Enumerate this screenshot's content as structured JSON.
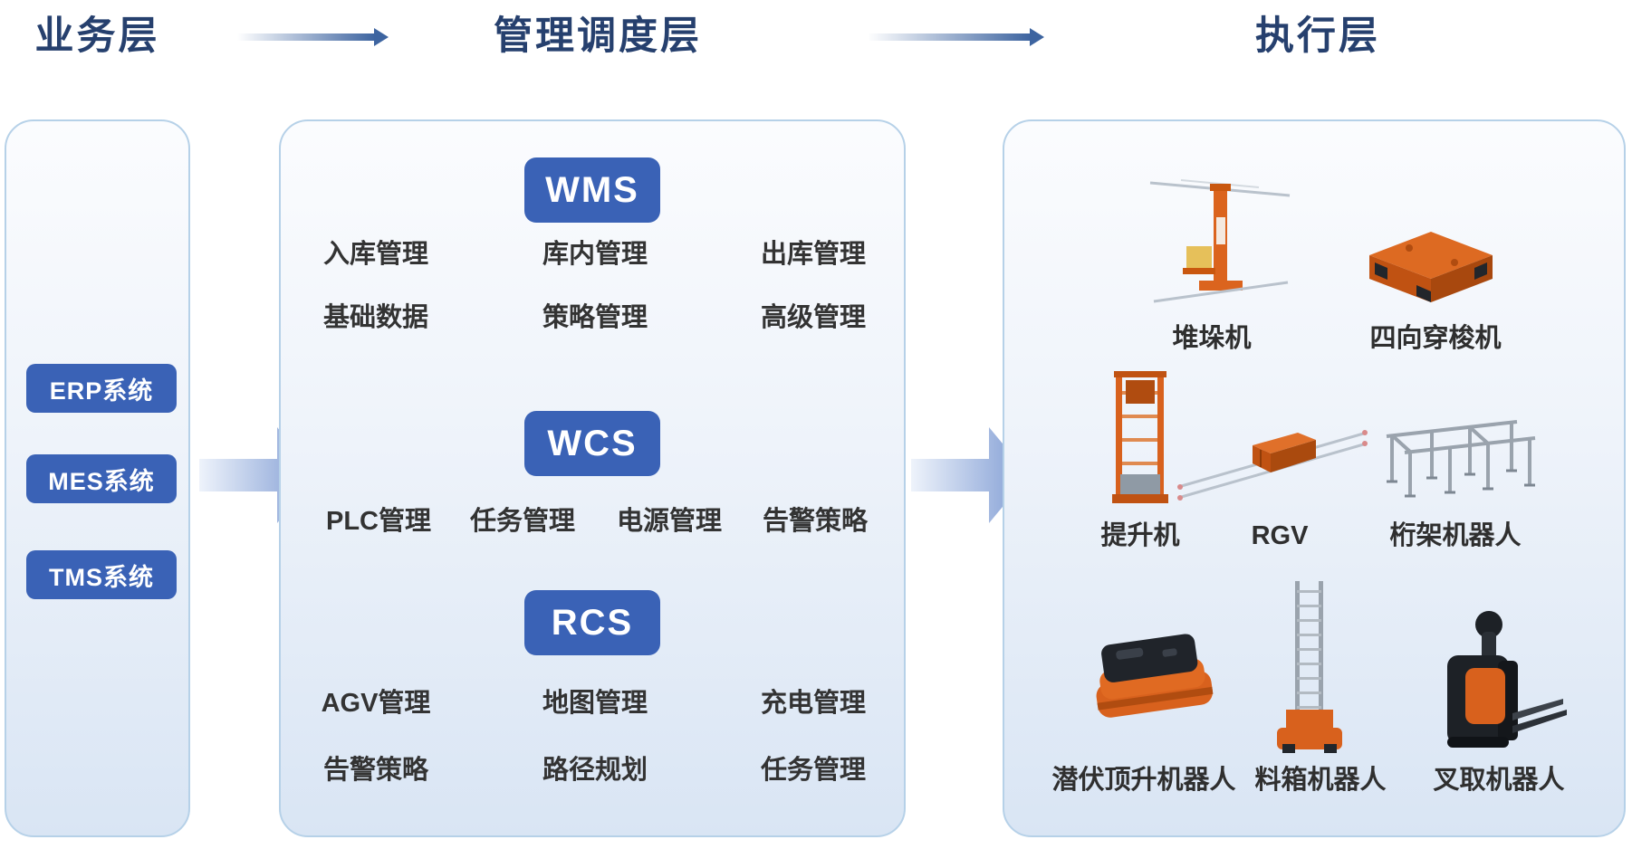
{
  "header": {
    "business_label": "业务层",
    "management_label": "管理调度层",
    "execution_label": "执行层"
  },
  "business": {
    "systems": [
      "ERP系统",
      "MES系统",
      "TMS系统"
    ]
  },
  "management": {
    "wms": {
      "badge": "WMS",
      "items": [
        "入库管理",
        "库内管理",
        "出库管理",
        "基础数据",
        "策略管理",
        "高级管理"
      ]
    },
    "wcs": {
      "badge": "WCS",
      "items": [
        "PLC管理",
        "任务管理",
        "电源管理",
        "告警策略"
      ]
    },
    "rcs": {
      "badge": "RCS",
      "items": [
        "AGV管理",
        "地图管理",
        "充电管理",
        "告警策略",
        "路径规划",
        "任务管理"
      ]
    }
  },
  "execution": {
    "equipment": [
      "堆垛机",
      "四向穿梭机",
      "提升机",
      "RGV",
      "桁架机器人",
      "潜伏顶升机器人",
      "料箱机器人",
      "叉取机器人"
    ]
  },
  "colors": {
    "title_navy": "#26406e",
    "pill_blue": "#3a62b6",
    "panel_border": "#b6d1e8",
    "panel_fill_bottom": "#d9e5f4",
    "label_text": "#333333",
    "equipment_orange": "#d8611d",
    "flow_arrow_blue": "#3d64a0",
    "big_arrow_blue": "#7e9bd3"
  }
}
